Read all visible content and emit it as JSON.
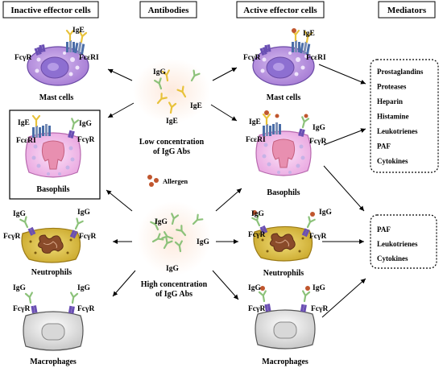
{
  "headers": {
    "inactive": "Inactive effector cells",
    "antibodies": "Antibodies",
    "active": "Active effector cells",
    "mediators": "Mediators"
  },
  "cells": {
    "mast": "Mast cells",
    "basophils": "Basophils",
    "neutrophils": "Neutrophils",
    "macrophages": "Macrophages"
  },
  "receptors": {
    "fcgr": "FcγR",
    "fcer": "FcεRI",
    "ige": "IgE",
    "igg": "IgG"
  },
  "antibody_blobs": {
    "low_line1": "Low concentration",
    "low_line2": "of IgG Abs",
    "high_line1": "High concentration",
    "high_line2": "of IgG Abs",
    "allergen": "Allergen"
  },
  "mediators_top": [
    "Prostaglandins",
    "Proteases",
    "Heparin",
    "Histamine",
    "Leukotrienes",
    "PAF",
    "Cytokines"
  ],
  "mediators_bottom": [
    "PAF",
    "Leukotrienes",
    "Cytokines"
  ],
  "colors": {
    "mast_fill": "#c9a8e6",
    "mast_nucleus": "#8d6fd1",
    "basophil_fill": "#f3c9ef",
    "basophil_nucleus": "#e88fb0",
    "neutrophil_fill": "#e6cd4a",
    "neutrophil_nucleus": "#8a4b2a",
    "macrophage_fill": "#ececec",
    "blob_fill": "#fbe7df",
    "ige_color": "#e8c23a",
    "igg_color": "#8cc27a",
    "receptor_color": "#6a4fb3",
    "allergen_color": "#c0562e"
  }
}
